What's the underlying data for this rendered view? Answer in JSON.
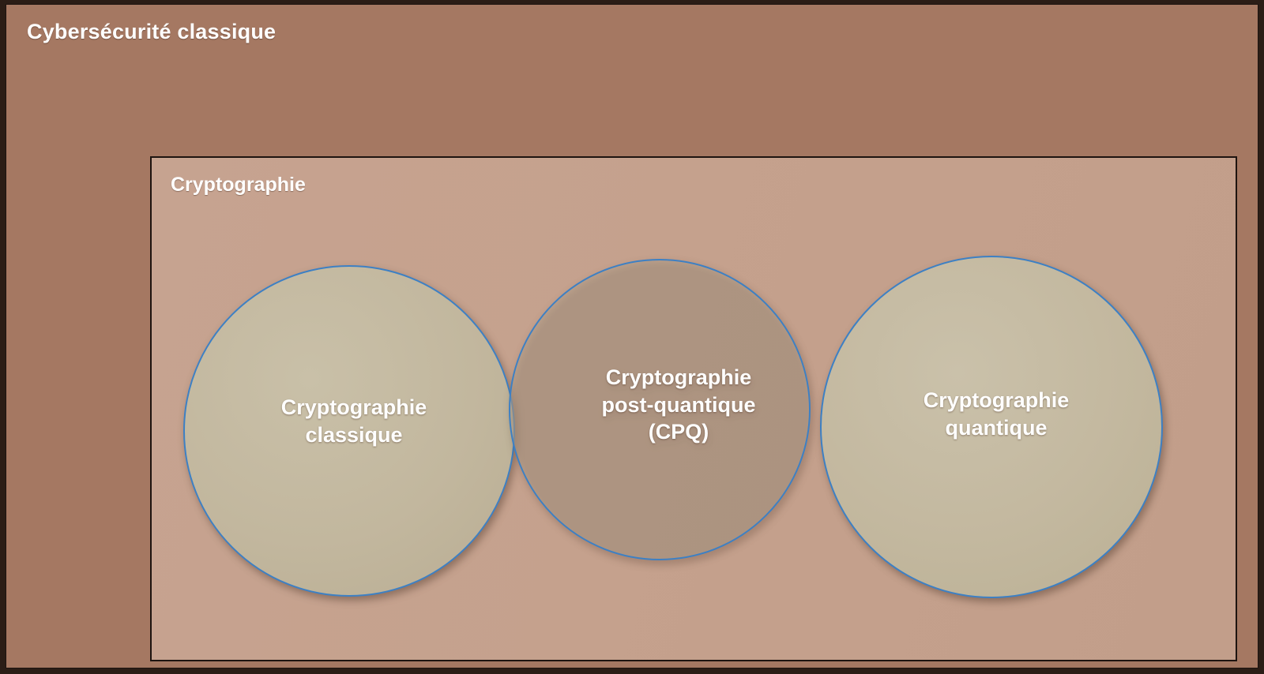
{
  "diagram": {
    "type": "venn",
    "outer": {
      "title": "Cybersécurité classique",
      "fill_color": "#a57862",
      "border_color": "#1e1410"
    },
    "inner": {
      "title": "Cryptographie",
      "fill_color": "#c5a18d",
      "border_color": "#1e1410"
    },
    "circles": [
      {
        "id": "classique",
        "label": "Cryptographie classique",
        "fill_color": "#c2b79e",
        "stroke_color": "#3d80c4",
        "overlaps": [
          "post-quantique"
        ]
      },
      {
        "id": "post-quantique",
        "label": "Cryptographie post-quantique (CPQ)",
        "fill_color": "rgba(178,160,140,0.55)",
        "stroke_color": "#3d80c4",
        "overlaps": [
          "classique"
        ]
      },
      {
        "id": "quantique",
        "label": "Cryptographie quantique",
        "fill_color": "#c3b89f",
        "stroke_color": "#3d80c4",
        "overlaps": []
      }
    ]
  }
}
